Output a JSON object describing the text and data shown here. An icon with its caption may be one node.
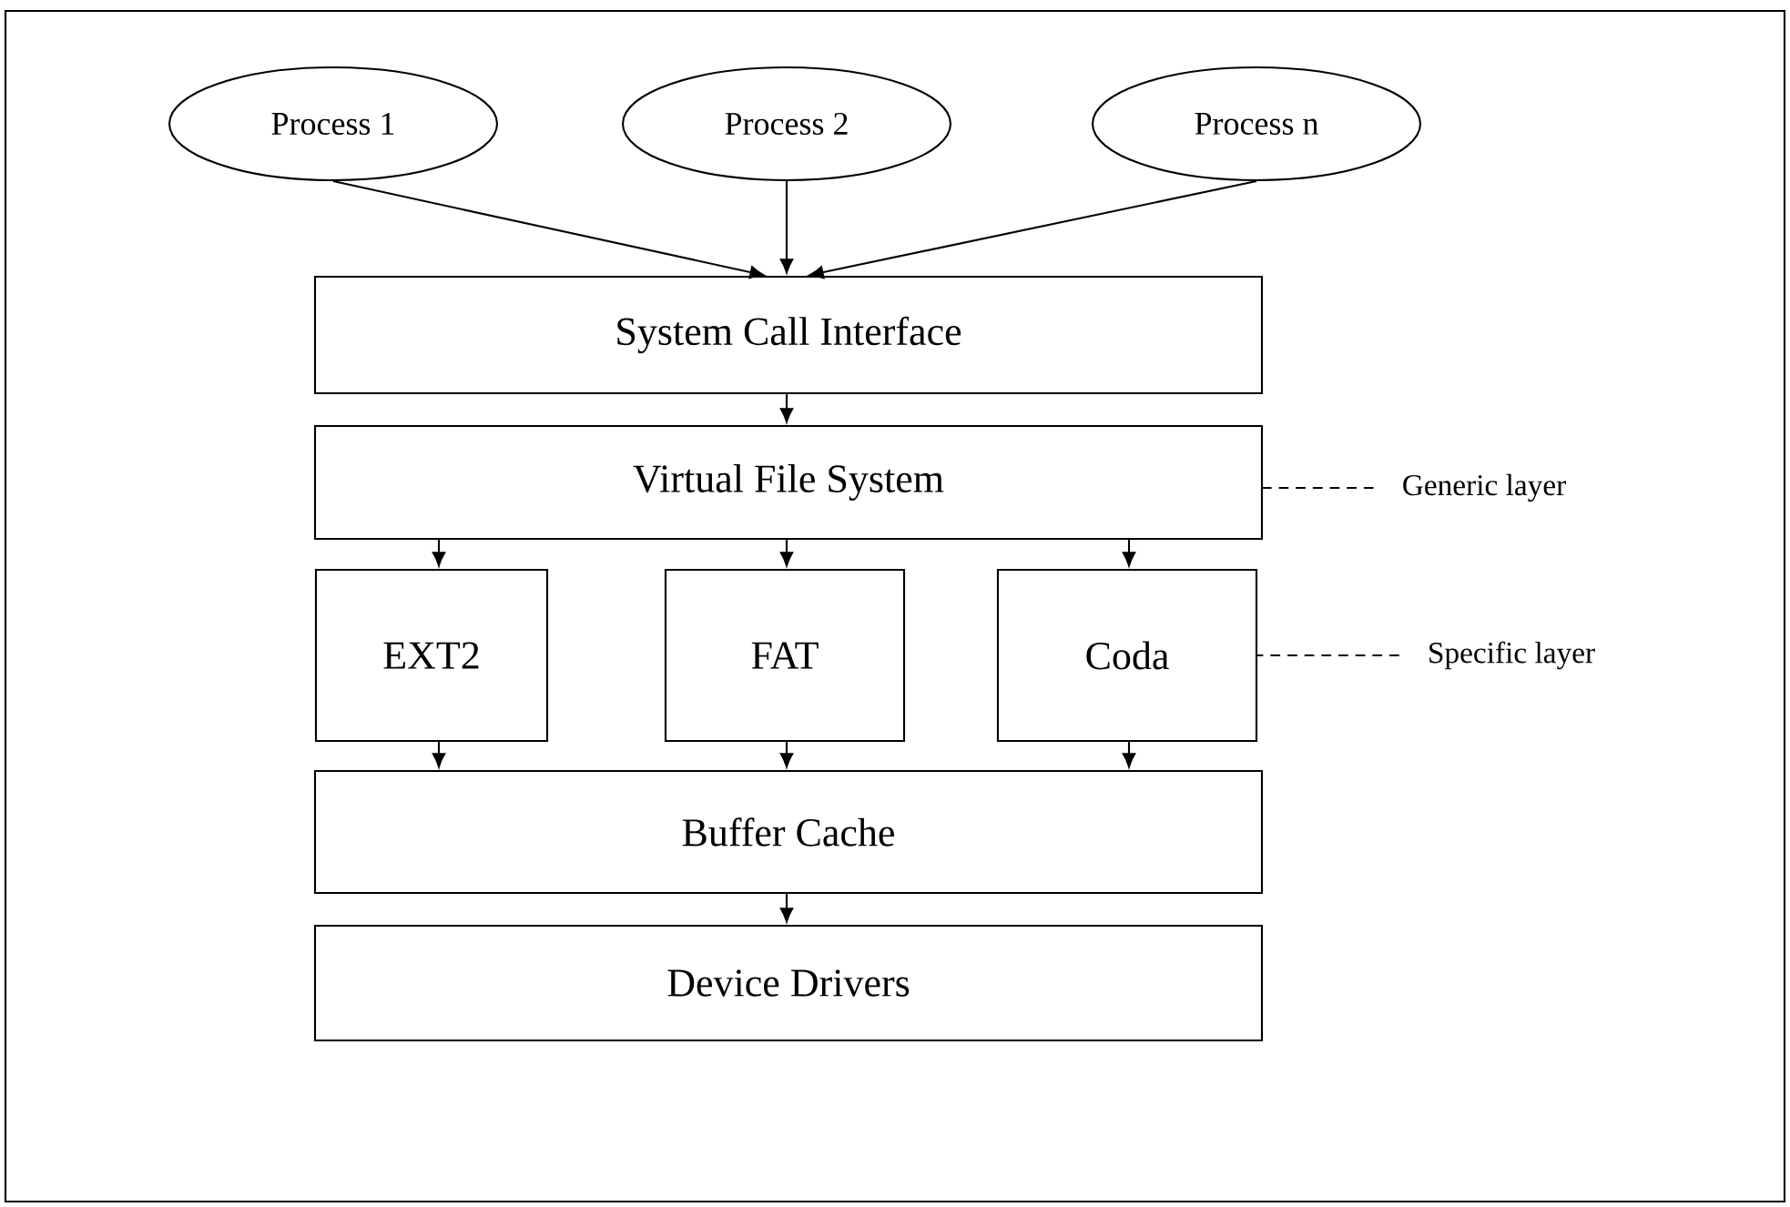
{
  "diagram": {
    "nodes": [
      {
        "text": [
          "Process 1"
        ]
      },
      {
        "text": [
          "Process 2"
        ]
      },
      {
        "text": [
          "Process n"
        ]
      },
      {
        "text": [
          "System Call Interface"
        ]
      },
      {
        "text": [
          "Virtual File System"
        ]
      },
      {
        "text": [
          "EXT2"
        ]
      },
      {
        "text": [
          "FAT"
        ]
      },
      {
        "text": [
          "Coda"
        ]
      },
      {
        "text": [
          "Buffer Cache"
        ]
      },
      {
        "text": [
          "Device Drivers"
        ]
      },
      {
        "text": [
          "Generic layer"
        ]
      },
      {
        "text": [
          "Specific layer"
        ]
      }
    ],
    "edges": [
      {
        "from": 0,
        "to": 3,
        "arrow": "to"
      },
      {
        "from": 1,
        "to": 3,
        "arrow": "to"
      },
      {
        "from": 2,
        "to": 3,
        "arrow": "to"
      },
      {
        "from": 3,
        "to": 4,
        "arrow": "to"
      },
      {
        "from": 4,
        "to": 5,
        "arrow": "to"
      },
      {
        "from": 4,
        "to": 6,
        "arrow": "to"
      },
      {
        "from": 4,
        "to": 7,
        "arrow": "to"
      },
      {
        "from": 5,
        "to": 8,
        "arrow": "to"
      },
      {
        "from": 6,
        "to": 8,
        "arrow": "to"
      },
      {
        "from": 7,
        "to": 8,
        "arrow": "to"
      },
      {
        "from": 8,
        "to": 9,
        "arrow": "to"
      },
      {
        "from": 10,
        "to": 4,
        "arrow": "none",
        "style": "dashed"
      },
      {
        "from": 11,
        "to": 7,
        "arrow": "none",
        "style": "dashed"
      }
    ]
  }
}
